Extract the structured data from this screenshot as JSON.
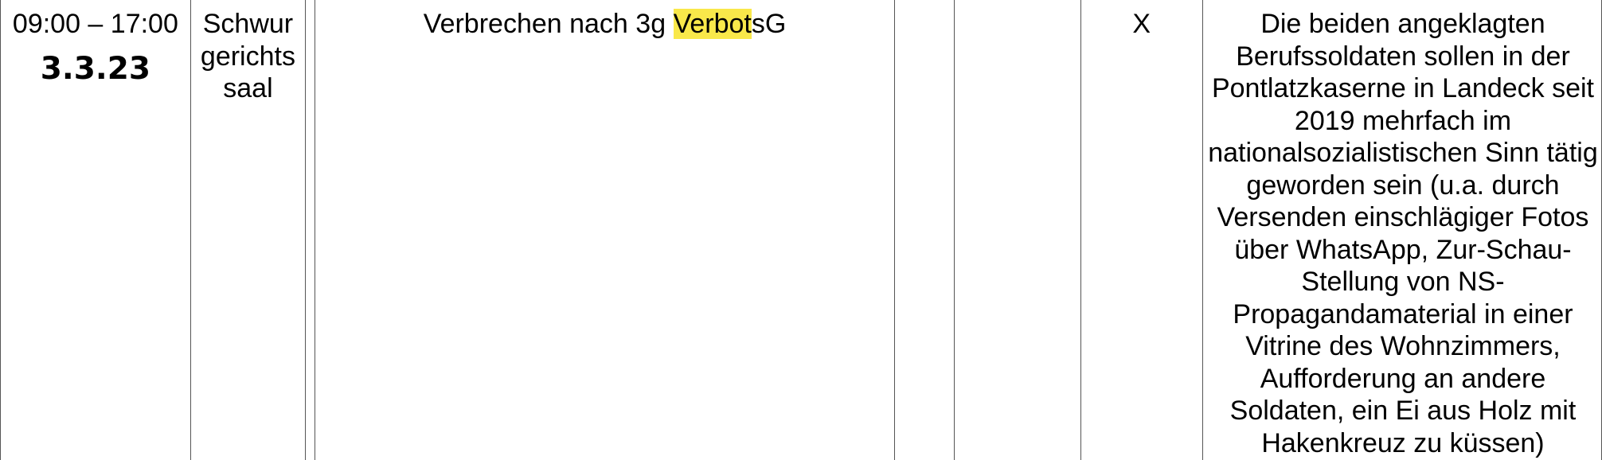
{
  "row": {
    "time": "09:00 – 17:00",
    "date": "3.3.23",
    "room_lines": [
      "Schwur",
      "gerichts",
      "saal"
    ],
    "offence_prefix": "Verbrechen nach 3g ",
    "offence_highlight": "Verbot",
    "offence_suffix": "sG",
    "mark": "X",
    "description": "Die beiden angeklagten Berufssoldaten sollen in der Pontlatzkaserne in Landeck seit 2019 mehrfach im nationalsozialistischen Sinn tätig geworden sein (u.a. durch Versenden einschlägiger Fotos über WhatsApp, Zur-Schau-Stellung von NS-Propagandamaterial in einer Vitrine des Wohnzimmers, Aufforderung an andere Soldaten, ein Ei aus Holz mit Hakenkreuz zu küssen)"
  },
  "colors": {
    "highlight": "#f9e84a",
    "border": "#555555",
    "text": "#000000",
    "background": "#ffffff"
  }
}
